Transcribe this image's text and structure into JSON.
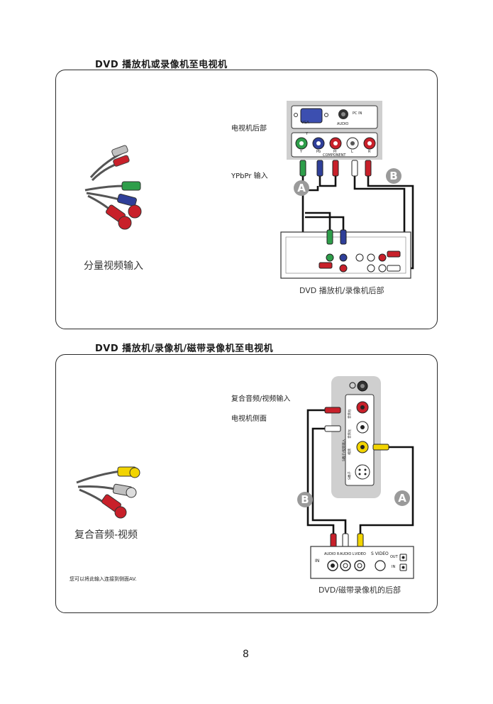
{
  "page_number": "8",
  "section1": {
    "title": "DVD 播放机或录像机至电视机",
    "tv_rear_label": "电视机后部",
    "ypbpr_label": "YPbPr 输入",
    "connector_label": "分量视频输入",
    "device_label": "DVD 播放机/录像机后部",
    "tv_panel": {
      "vga": "VGA",
      "pc_in": "PC IN",
      "audio": "AUDIO",
      "y": "Y",
      "pb": "Pb",
      "pr": "Pr",
      "l": "L",
      "r": "R",
      "component": "COMPONENT"
    },
    "badge_a": "A",
    "badge_b": "B"
  },
  "section2": {
    "title": "DVD 播放机/录像机/磁带录像机至电视机",
    "av_input_label": "复合音频/视频输入",
    "tv_side_label": "电视机侧面",
    "connector_label": "复合音频-视频",
    "note": "您可以将此输入连接到侧面AV.",
    "device_label": "DVD/磁带录像机的后部",
    "side_panel": {
      "audio_r": "音频右",
      "audio_l": "音频左",
      "video": "视频",
      "s_video": "S端子",
      "side_av": "S端子/视频输入"
    },
    "device_panel": {
      "in": "IN",
      "audio_r": "AUDIO R",
      "audio_l": "AUDIO L",
      "video": "VIDEO",
      "s_video": "S VIDEO",
      "out": "OUT",
      "in2": "IN"
    },
    "badge_a": "A",
    "badge_b": "B"
  },
  "colors": {
    "green": "#2e9e4a",
    "blue": "#2f3f99",
    "red": "#c8202a",
    "white": "#f0f0f0",
    "yellow": "#f2d400",
    "panel_gray": "#cfcfcf",
    "badge_gray": "#9a9a9a"
  }
}
